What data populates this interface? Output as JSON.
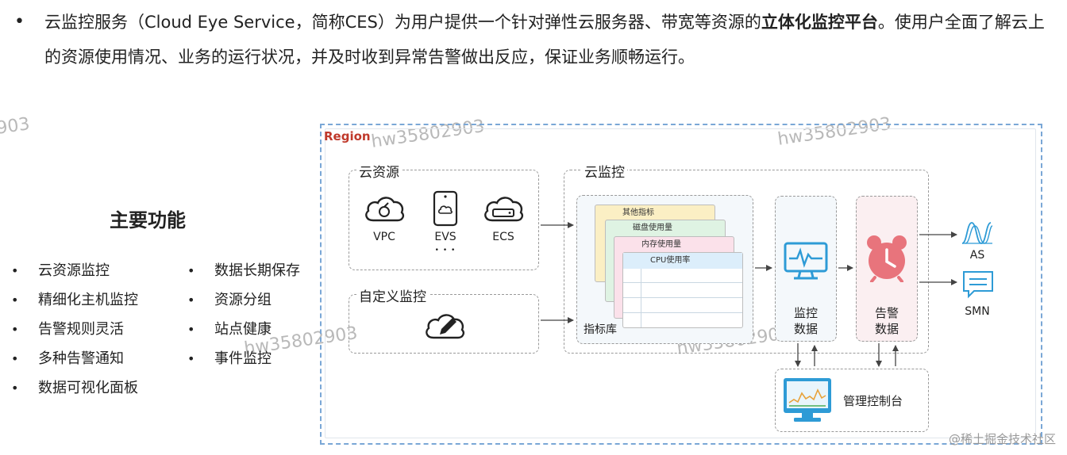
{
  "intro": {
    "bullet": "•",
    "prefix": "云监控服务（Cloud Eye Service，简称CES）为用户提供一个针对弹性云服务器、带宽等资源的",
    "bold": "立体化监控平台",
    "suffix": "。使用户全面了解云上的资源使用情况、业务的运行状况，并及时收到异常告警做出反应，保证业务顺畅运行。"
  },
  "features": {
    "title": "主要功能",
    "col1": [
      "云资源监控",
      "精细化主机监控",
      "告警规则灵活",
      "多种告警通知",
      "数据可视化面板"
    ],
    "col2": [
      "数据长期保存",
      "资源分组",
      "站点健康",
      "事件监控"
    ]
  },
  "diagram": {
    "region_label": "Region",
    "cloud_resources": {
      "title": "云资源",
      "items": [
        "VPC",
        "EVS",
        "ECS"
      ],
      "more": "• • •"
    },
    "custom_monitor": {
      "title": "自定义监控"
    },
    "cloud_monitor": {
      "title": "云监控",
      "metric_store_label": "指标库",
      "sheets": [
        "其他指标",
        "磁盘使用量",
        "内存使用量",
        "CPU使用率"
      ],
      "monitor_data": "监控\n数据",
      "alarm_data": "告警\n数据"
    },
    "outputs": [
      "AS",
      "SMN"
    ],
    "console": "管理控制台"
  },
  "watermarks": [
    "hw35802903",
    "hw35802903",
    "hw35802903",
    "hw35802903",
    "903"
  ],
  "footer_watermark": "@稀土掘金技术社区",
  "colors": {
    "region_border": "#7aa7d6",
    "region_label": "#c0392b",
    "icon_blue": "#2e9bd6",
    "alarm_red": "#e8747c",
    "sheet_yellow": "#fbefc4",
    "sheet_green": "#dff3e3",
    "sheet_pink": "#fbe1ea",
    "sheet_blue": "#dceefb"
  }
}
